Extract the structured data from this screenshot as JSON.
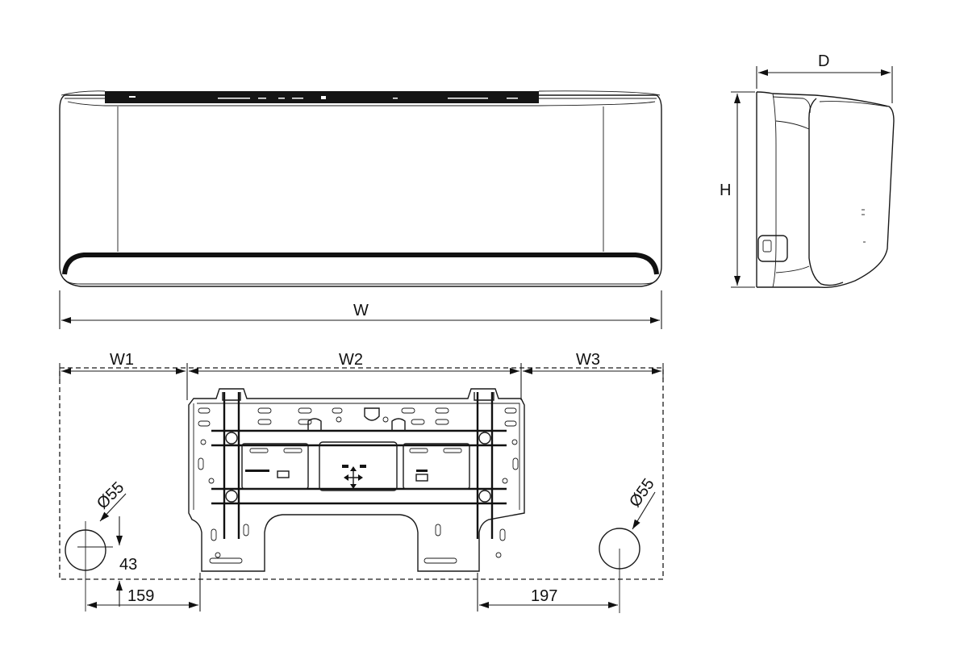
{
  "labels": {
    "W": "W",
    "D": "D",
    "H": "H",
    "W1": "W1",
    "W2": "W2",
    "W3": "W3",
    "hole_left": "Ø55",
    "hole_right": "Ø55",
    "dim_43": "43",
    "dim_159": "159",
    "dim_197": "197"
  }
}
